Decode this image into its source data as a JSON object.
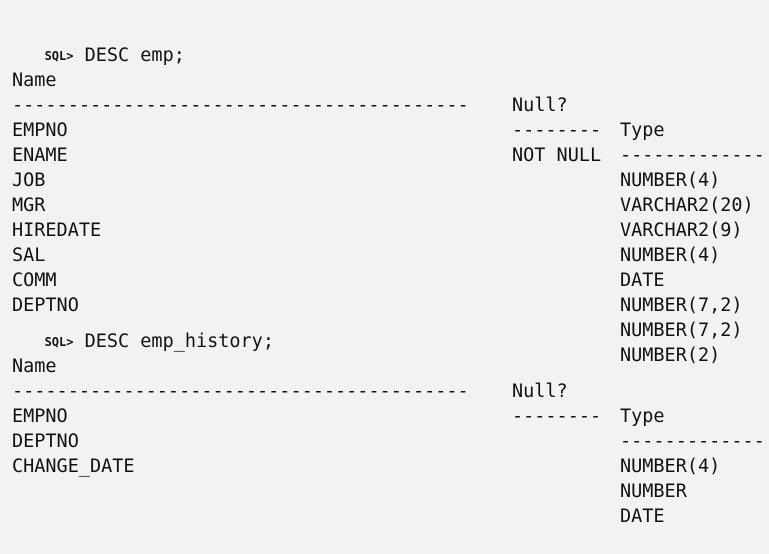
{
  "blocks": [
    {
      "prompt": "SQL>",
      "command": " DESC emp;",
      "headers": {
        "name": "Name",
        "null": "Null?",
        "type": "Type"
      },
      "dashes": {
        "name": "-----------------------------------------",
        "null": "--------",
        "type": "-------------"
      },
      "rows": [
        {
          "name": "EMPNO",
          "null": "NOT NULL",
          "type": "NUMBER(4)"
        },
        {
          "name": "ENAME",
          "null": "",
          "type": "VARCHAR2(20)"
        },
        {
          "name": "JOB",
          "null": "",
          "type": "VARCHAR2(9)"
        },
        {
          "name": "MGR",
          "null": "",
          "type": "NUMBER(4)"
        },
        {
          "name": "HIREDATE",
          "null": "",
          "type": "DATE"
        },
        {
          "name": "SAL",
          "null": "",
          "type": "NUMBER(7,2)"
        },
        {
          "name": "COMM",
          "null": "",
          "type": "NUMBER(7,2)"
        },
        {
          "name": "DEPTNO",
          "null": "",
          "type": "NUMBER(2)"
        }
      ]
    },
    {
      "prompt": "SQL>",
      "command": " DESC emp_history;",
      "headers": {
        "name": "Name",
        "null": "Null?",
        "type": "Type"
      },
      "dashes": {
        "name": "-----------------------------------------",
        "null": "--------",
        "type": "-------------"
      },
      "rows": [
        {
          "name": "EMPNO",
          "null": "",
          "type": "NUMBER(4)"
        },
        {
          "name": "DEPTNO",
          "null": "",
          "type": "NUMBER"
        },
        {
          "name": "CHANGE_DATE",
          "null": "",
          "type": "DATE"
        }
      ]
    }
  ]
}
